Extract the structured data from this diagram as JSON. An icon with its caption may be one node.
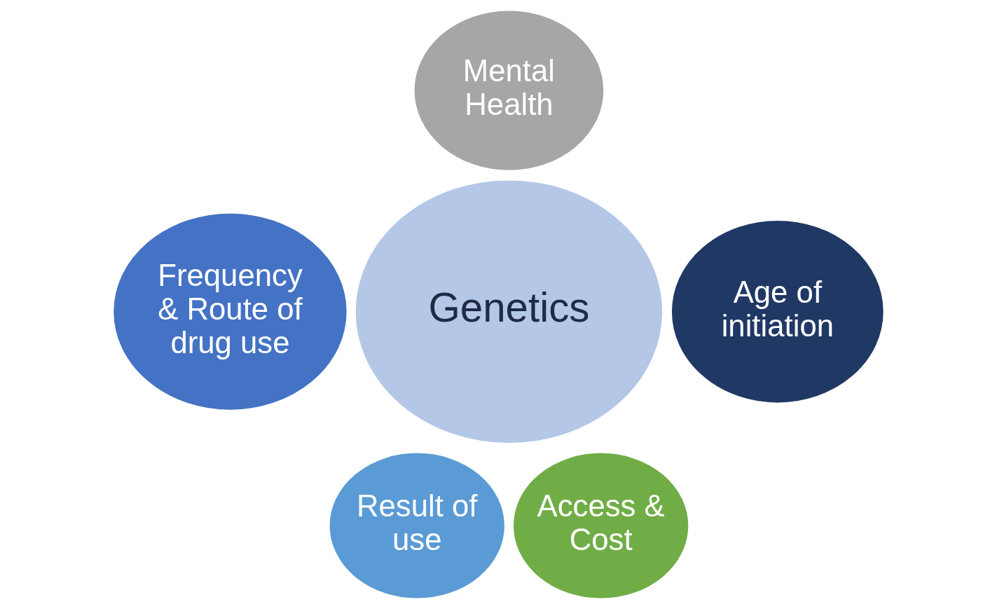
{
  "diagram": {
    "nodes": [
      {
        "text": [
          "Mental Health"
        ]
      },
      {
        "text": [
          "Frequency & Route of drug use"
        ]
      },
      {
        "text": [
          "Genetics"
        ]
      },
      {
        "text": [
          "Age of initiation"
        ]
      },
      {
        "text": [
          "Result of use"
        ]
      },
      {
        "text": [
          "Access & Cost"
        ]
      }
    ],
    "edges": []
  }
}
